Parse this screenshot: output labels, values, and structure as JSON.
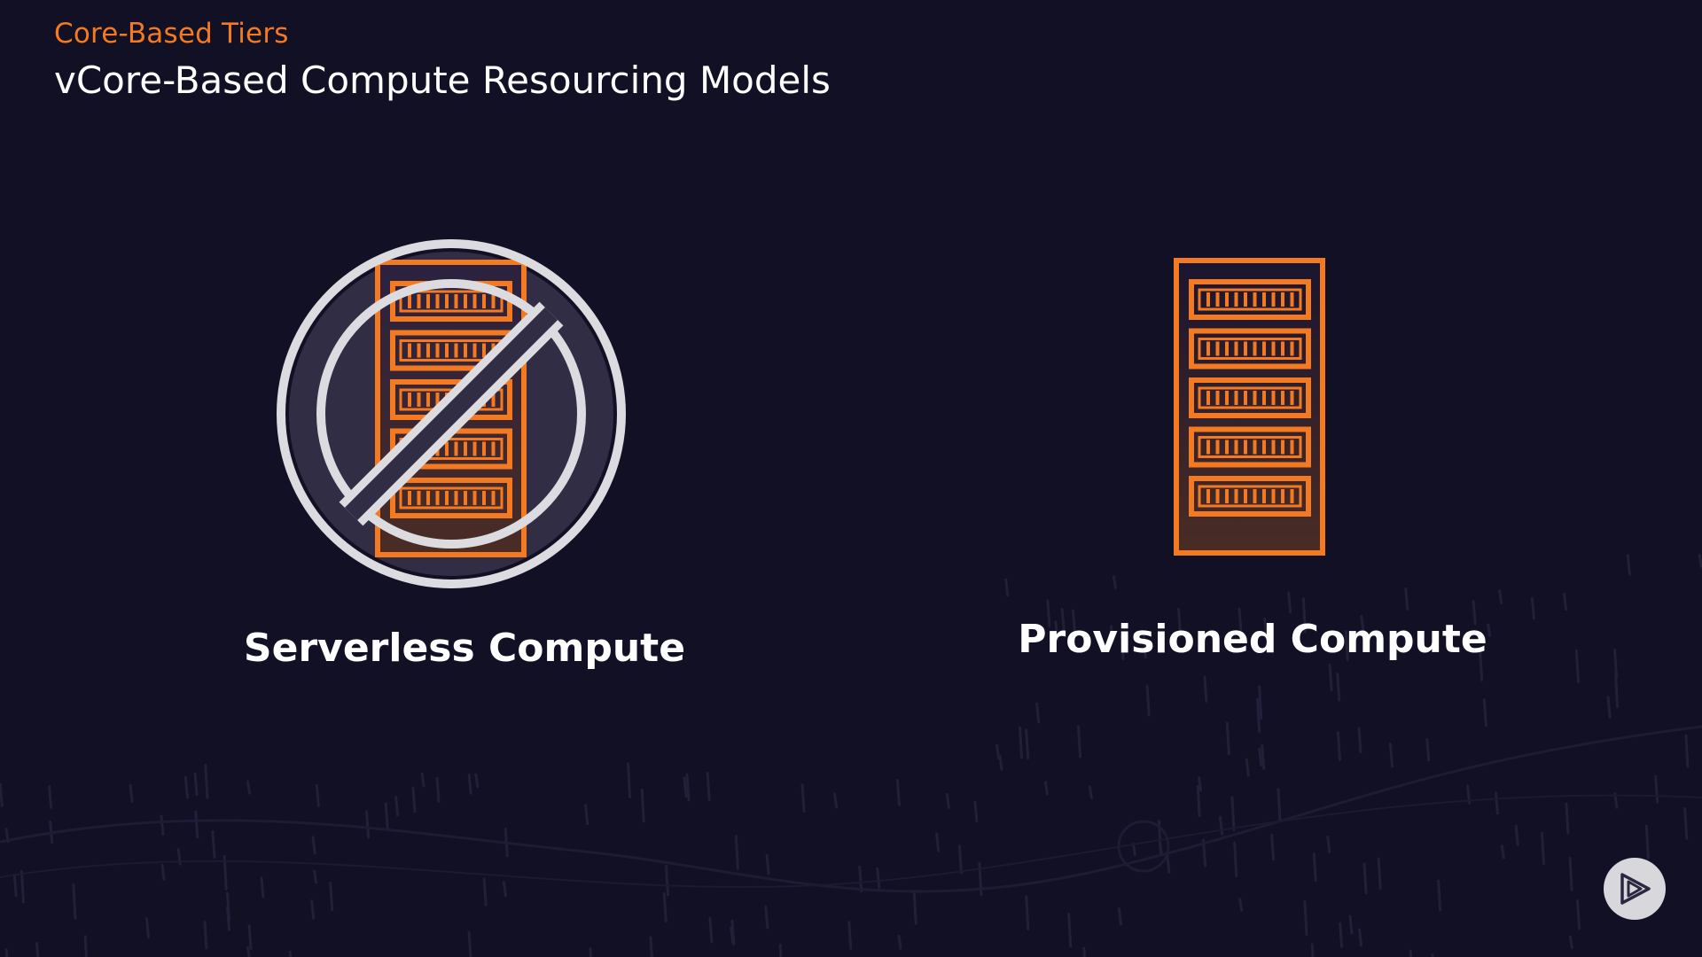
{
  "header": {
    "eyebrow": "Core-Based Tiers",
    "title": "vCore-Based Compute Resourcing Models"
  },
  "options": [
    {
      "id": "serverless",
      "label": "Serverless Compute",
      "icon": "server-rack-icon",
      "overlay_icon": "prohibited-icon"
    },
    {
      "id": "provisioned",
      "label": "Provisioned Compute",
      "icon": "server-rack-icon"
    }
  ],
  "controls": {
    "play_icon": "play-logo-icon"
  },
  "colors": {
    "background": "#121024",
    "accent": "#f47a21",
    "prohibited": "#dcdce0",
    "text": "#ffffff"
  }
}
